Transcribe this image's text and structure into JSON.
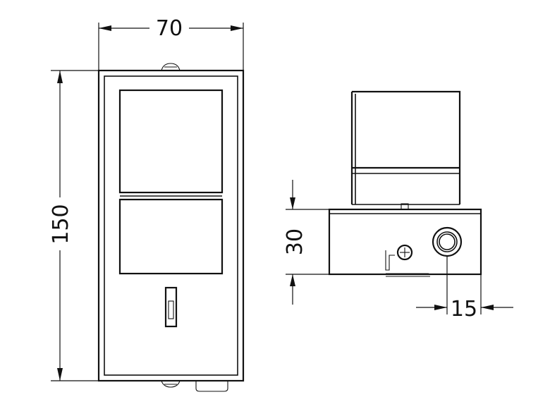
{
  "front_view": {
    "width_dimension": "70",
    "height_dimension": "150"
  },
  "side_view": {
    "depth_dimension": "30",
    "offset_dimension": "15"
  },
  "colors": {
    "line": "#111111",
    "background": "#ffffff"
  }
}
